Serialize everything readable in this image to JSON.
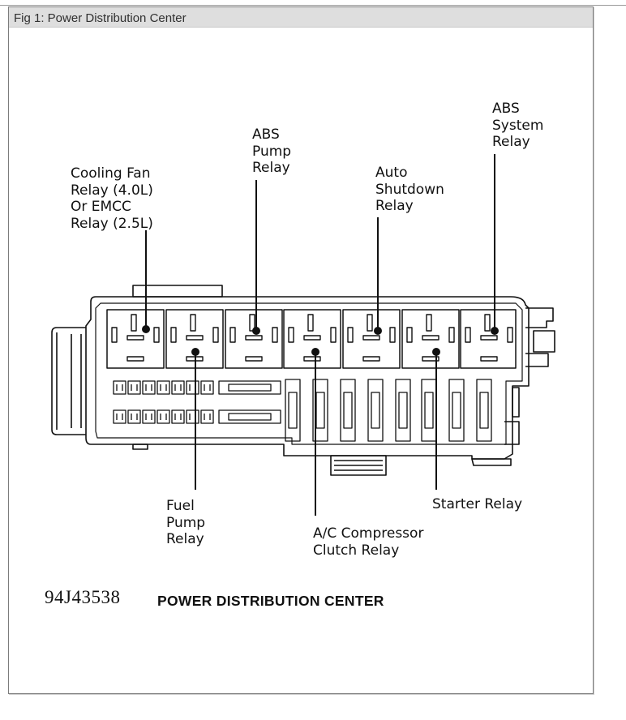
{
  "caption": "Fig 1: Power Distribution Center",
  "figure_id": "94J43538",
  "figure_title": "POWER DISTRIBUTION CENTER",
  "callouts": {
    "cooling_fan_relay": "Cooling Fan\nRelay (4.0L)\nOr EMCC\nRelay (2.5L)",
    "abs_pump_relay": "ABS\nPump\nRelay",
    "auto_shutdown_relay": "Auto\nShutdown\nRelay",
    "abs_system_relay": "ABS\nSystem\nRelay",
    "fuel_pump_relay": "Fuel\nPump\nRelay",
    "ac_compressor_clutch_relay": "A/C Compressor\nClutch Relay",
    "starter_relay": "Starter Relay"
  },
  "colors": {
    "ink": "#111111",
    "caption_bar": "#dedede",
    "frame": "#7c7c7c"
  }
}
